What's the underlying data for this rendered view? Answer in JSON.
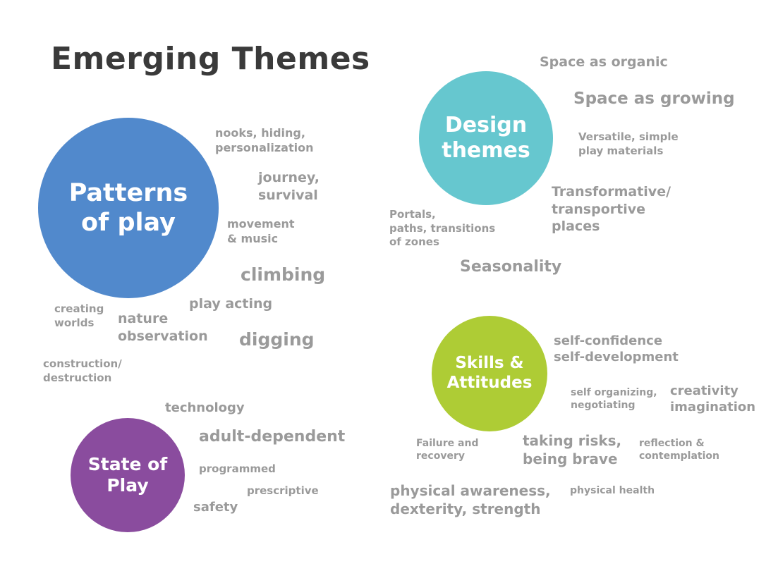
{
  "title": "Emerging Themes",
  "colors": {
    "patterns": "#5189cc",
    "design": "#66c7cf",
    "skills": "#aecc35",
    "state": "#8a4c9e",
    "keyword": "#9a9a9a"
  },
  "hubs": {
    "patterns": "Patterns\nof play",
    "design": "Design\nthemes",
    "skills": "Skills &\nAttitudes",
    "state": "State of\nPlay"
  },
  "patterns_keywords": {
    "nooks": "nooks, hiding,\npersonalization",
    "journey": "journey,\nsurvival",
    "movement": "movement\n& music",
    "climbing": "climbing",
    "play_acting": "play acting",
    "creating_worlds": "creating\nworlds",
    "nature": "nature\nobservation",
    "digging": "digging",
    "construction": "construction/\ndestruction"
  },
  "design_keywords": {
    "organic": "Space as organic",
    "growing": "Space as growing",
    "versatile": "Versatile, simple\nplay materials",
    "transformative": "Transformative/\ntransportive\nplaces",
    "portals": "Portals,\npaths, transitions\nof zones",
    "seasonality": "Seasonality"
  },
  "skills_keywords": {
    "self_confidence": "self-confidence\nself-development",
    "self_organizing": "self organizing,\nnegotiating",
    "creativity": "creativity\nimagination",
    "failure": "Failure and\nrecovery",
    "risks": "taking risks,\nbeing brave",
    "reflection": "reflection &\ncontemplation",
    "physical_awareness": "physical awareness,\ndexterity, strength",
    "physical_health": "physical health"
  },
  "state_keywords": {
    "technology": "technology",
    "adult_dependent": "adult-dependent",
    "programmed": "programmed",
    "prescriptive": "prescriptive",
    "safety": "safety"
  }
}
